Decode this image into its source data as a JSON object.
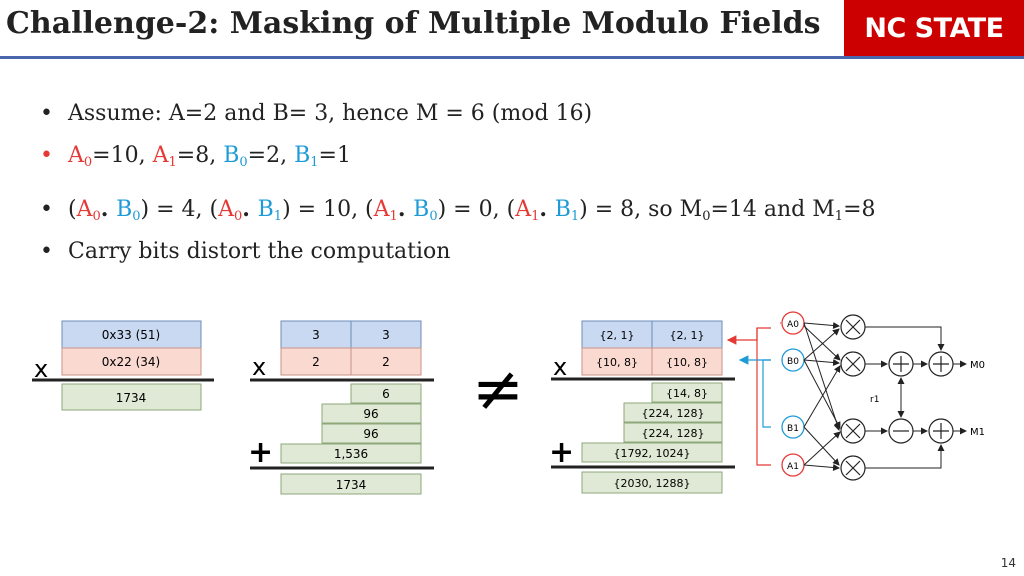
{
  "slide": {
    "title": "Challenge-2: Masking of Multiple Modulo Fields",
    "logo": "NC STATE",
    "page_number": "14"
  },
  "bullets": {
    "b1": "Assume: A=2 and B= 3, hence M = 6 (mod 16)",
    "b2": {
      "a0": "A",
      "a0_sub": "0",
      "a0_val": "=10, ",
      "a1": "A",
      "a1_sub": "1",
      "a1_val": "=8, ",
      "b0": "B",
      "b0_sub": "0",
      "b0_val": "=2, ",
      "b1": "B",
      "b1_sub": "1",
      "b1_val": "=1"
    },
    "b3": {
      "p1_open": "(",
      "p1_a": "A",
      "p1_a_sub": "0",
      "p1_dot": ". ",
      "p1_b": "B",
      "p1_b_sub": "0",
      "p1_close": ") = 4, (",
      "p2_a": "A",
      "p2_a_sub": "0",
      "p2_dot": ". ",
      "p2_b": "B",
      "p2_b_sub": "1",
      "p2_close": ") = 10, (",
      "p3_a": "A",
      "p3_a_sub": "1",
      "p3_dot": ". ",
      "p3_b": "B",
      "p3_b_sub": "0",
      "p3_close": ") = 0, (",
      "p4_a": "A",
      "p4_a_sub": "1",
      "p4_dot": ". ",
      "p4_b": "B",
      "p4_b_sub": "1",
      "p4_close": ") = 8, so M",
      "m0_sub": "0",
      "m0_text": "=14 and M",
      "m1_sub": "1",
      "m1_text": "=8"
    },
    "b4": "Carry bits distort the computation"
  },
  "diagram1": {
    "op1": "0x33 (51)",
    "op2": "0x22 (34)",
    "result": "1734",
    "mul": "x"
  },
  "diagram2": {
    "top": [
      "3",
      "3"
    ],
    "bottom": [
      "2",
      "2"
    ],
    "mul": "x",
    "plus": "+",
    "partials": [
      "6",
      "96",
      "96",
      "1,536"
    ],
    "result": "1734"
  },
  "neq": "≠",
  "diagram3": {
    "top": [
      "{2, 1}",
      "{2, 1}"
    ],
    "bottom": [
      "{10, 8}",
      "{10, 8}"
    ],
    "mul": "x",
    "plus": "+",
    "partials": [
      "{14, 8}",
      "{224, 128}",
      "{224, 128}",
      "{1792, 1024}"
    ],
    "result": "{2030, 1288}"
  },
  "circuit": {
    "inputs": [
      "A0",
      "B0",
      "B1",
      "A1"
    ],
    "outputs": [
      "M0",
      "M1"
    ],
    "random": "r1",
    "colors": {
      "a": "#e53935",
      "b": "#1e9bd7",
      "line": "#222222"
    }
  },
  "colors": {
    "blue_cell": "#c9d9f2",
    "pink_cell": "#f9d9d0",
    "green_cell": "#dfe9d5",
    "title_rule": "#4a66ad",
    "logo_bg": "#cc0000"
  }
}
